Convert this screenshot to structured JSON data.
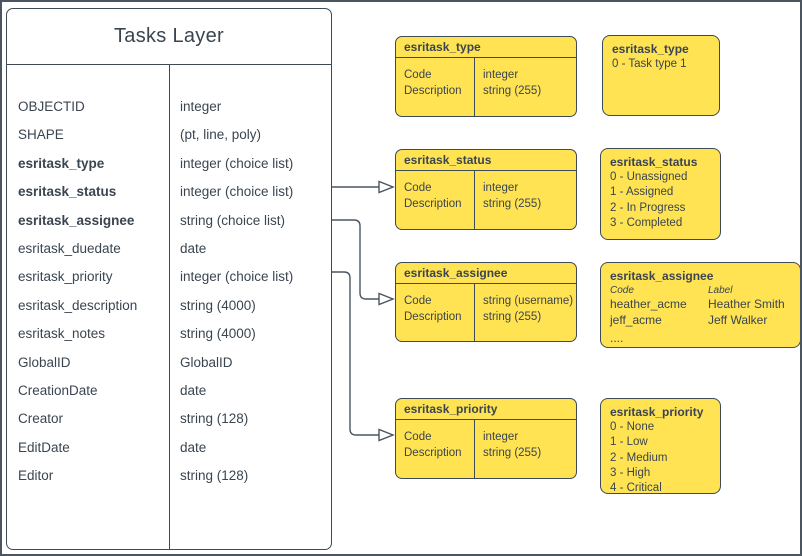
{
  "colors": {
    "box_fill_yellow": "#FFE352",
    "box_border": "#3E4A56",
    "text": "#3A4550",
    "connector_line": "#4A5560",
    "background": "#FFFFFF"
  },
  "tasks_layer": {
    "title": "Tasks Layer",
    "fields": [
      {
        "name": "OBJECTID",
        "type": "integer"
      },
      {
        "name": "SHAPE",
        "type": "(pt, line, poly)"
      },
      {
        "name": "esritask_type",
        "type": "integer (choice list)"
      },
      {
        "name": "esritask_status",
        "type": "integer (choice list)"
      },
      {
        "name": "esritask_assignee",
        "type": "string (choice list)"
      },
      {
        "name": "esritask_duedate",
        "type": "date"
      },
      {
        "name": "esritask_priority",
        "type": "integer (choice list)"
      },
      {
        "name": "esritask_description",
        "type": "string (4000)"
      },
      {
        "name": "esritask_notes",
        "type": "string (4000)"
      },
      {
        "name": "GlobalID",
        "type": "GlobalID"
      },
      {
        "name": "CreationDate",
        "type": "date"
      },
      {
        "name": "Creator",
        "type": "string (128)"
      },
      {
        "name": "EditDate",
        "type": "date"
      },
      {
        "name": "Editor",
        "type": "string (128)"
      }
    ]
  },
  "attribute_boxes": [
    {
      "title": "esritask_type",
      "rows": [
        {
          "name": "Code",
          "type": "integer"
        },
        {
          "name": "Description",
          "type": "string (255)"
        }
      ]
    },
    {
      "title": "esritask_status",
      "rows": [
        {
          "name": "Code",
          "type": "integer"
        },
        {
          "name": "Description",
          "type": "string (255)"
        }
      ]
    },
    {
      "title": "esritask_assignee",
      "rows": [
        {
          "name": "Code",
          "type": "string  (username)"
        },
        {
          "name": "Description",
          "type": "string (255)"
        }
      ]
    },
    {
      "title": "esritask_priority",
      "rows": [
        {
          "name": "Code",
          "type": "integer"
        },
        {
          "name": "Description",
          "type": "string (255)"
        }
      ]
    }
  ],
  "value_boxes": {
    "type": {
      "title": "esritask_type",
      "values": [
        "0 - Task type 1"
      ]
    },
    "status": {
      "title": "esritask_status",
      "values": [
        "0 - Unassigned",
        "1 - Assigned",
        "2 - In Progress",
        "3 - Completed"
      ]
    },
    "assignee": {
      "title": "esritask_assignee",
      "code_header": "Code",
      "label_header": "Label",
      "rows": [
        {
          "code": "heather_acme",
          "label": "Heather Smith"
        },
        {
          "code": "jeff_acme",
          "label": "Jeff Walker"
        }
      ],
      "more": "...."
    },
    "priority": {
      "title": "esritask_priority",
      "values": [
        "0 - None",
        "1 - Low",
        "2 - Medium",
        "3 - High",
        "4 - Critical"
      ]
    }
  }
}
